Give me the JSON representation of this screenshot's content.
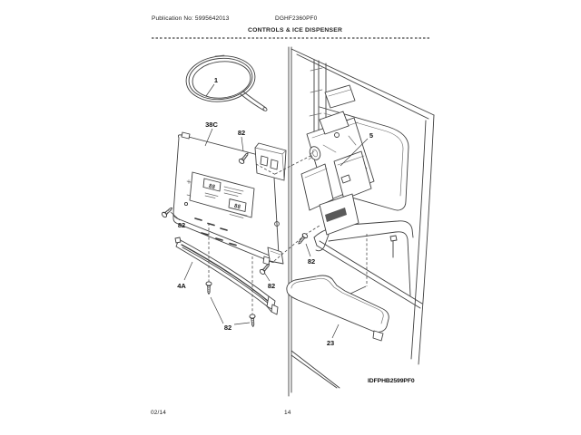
{
  "header": {
    "publication": "Publication No: 5995642013",
    "model": "DGHF2360PF0",
    "section_title": "CONTROLS & ICE DISPENSER"
  },
  "footer": {
    "date": "02/14",
    "page_number": "14"
  },
  "diagram": {
    "diagram_id": "IDFPHB2599PF0",
    "display_digits": "88",
    "callouts": [
      {
        "label": "1"
      },
      {
        "label": "38C"
      },
      {
        "label": "82"
      },
      {
        "label": "82"
      },
      {
        "label": "82"
      },
      {
        "label": "82"
      },
      {
        "label": "82"
      },
      {
        "label": "5"
      },
      {
        "label": "4A"
      },
      {
        "label": "23"
      }
    ]
  },
  "colors": {
    "background": "#ffffff",
    "line_art": "#3f3f3f",
    "text": "#1a1a1a"
  }
}
